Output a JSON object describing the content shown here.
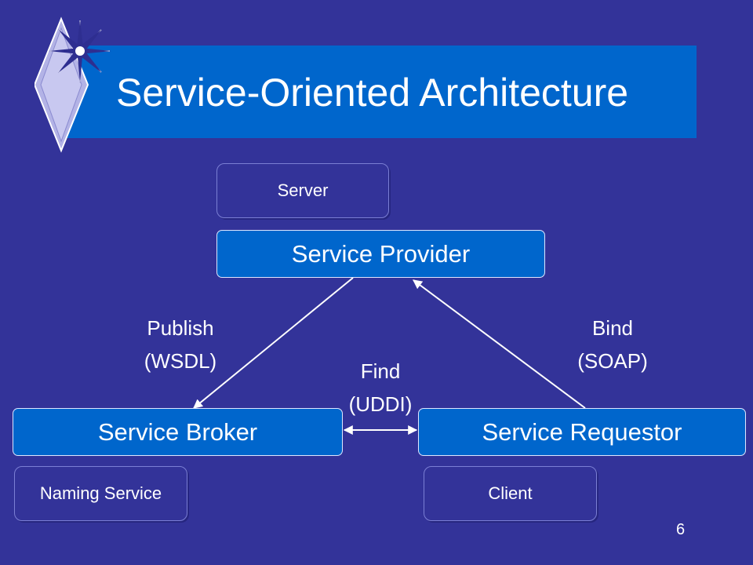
{
  "slide": {
    "title": "Service-Oriented Architecture",
    "page_number": "6"
  },
  "nodes": {
    "server": "Server",
    "service_provider": "Service Provider",
    "service_broker": "Service Broker",
    "service_requestor": "Service Requestor",
    "naming_service": "Naming Service",
    "client": "Client"
  },
  "edges": {
    "publish": {
      "line1": "Publish",
      "line2": "(WSDL)"
    },
    "find": {
      "line1": "Find",
      "line2": "(UDDI)"
    },
    "bind": {
      "line1": "Bind",
      "line2": "(SOAP)"
    }
  },
  "colors": {
    "background": "#333399",
    "accent": "#0066cc",
    "text": "#ffffff"
  }
}
